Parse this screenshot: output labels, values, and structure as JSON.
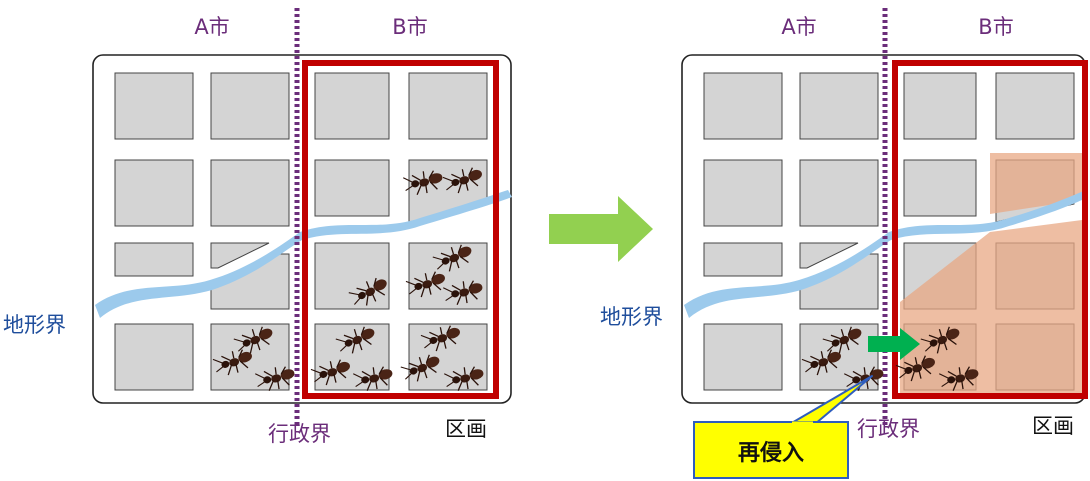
{
  "left_panel": {
    "city_a": "A市",
    "city_b": "B市",
    "terrain_boundary": "地形界",
    "admin_boundary": "行政界",
    "block": "区画"
  },
  "right_panel": {
    "city_a": "A市",
    "city_b": "B市",
    "terrain_boundary": "地形界",
    "admin_boundary": "行政界",
    "block": "区画",
    "callout": "再侵入"
  },
  "colors": {
    "admin_boundary": "#6b2d7a",
    "district_frame": "#c00000",
    "block_fill": "#d4d4d4",
    "river": "#9ccaec",
    "treated_zone": "#e8a884",
    "transition_arrow": "#92d050",
    "reinvasion_arrow": "#00b050",
    "callout_fill": "#ffff00",
    "callout_border": "#2e5dbe"
  },
  "icons": {
    "ant": "ant-icon",
    "transition": "right-arrow-icon",
    "reinvasion": "right-arrow-icon"
  }
}
